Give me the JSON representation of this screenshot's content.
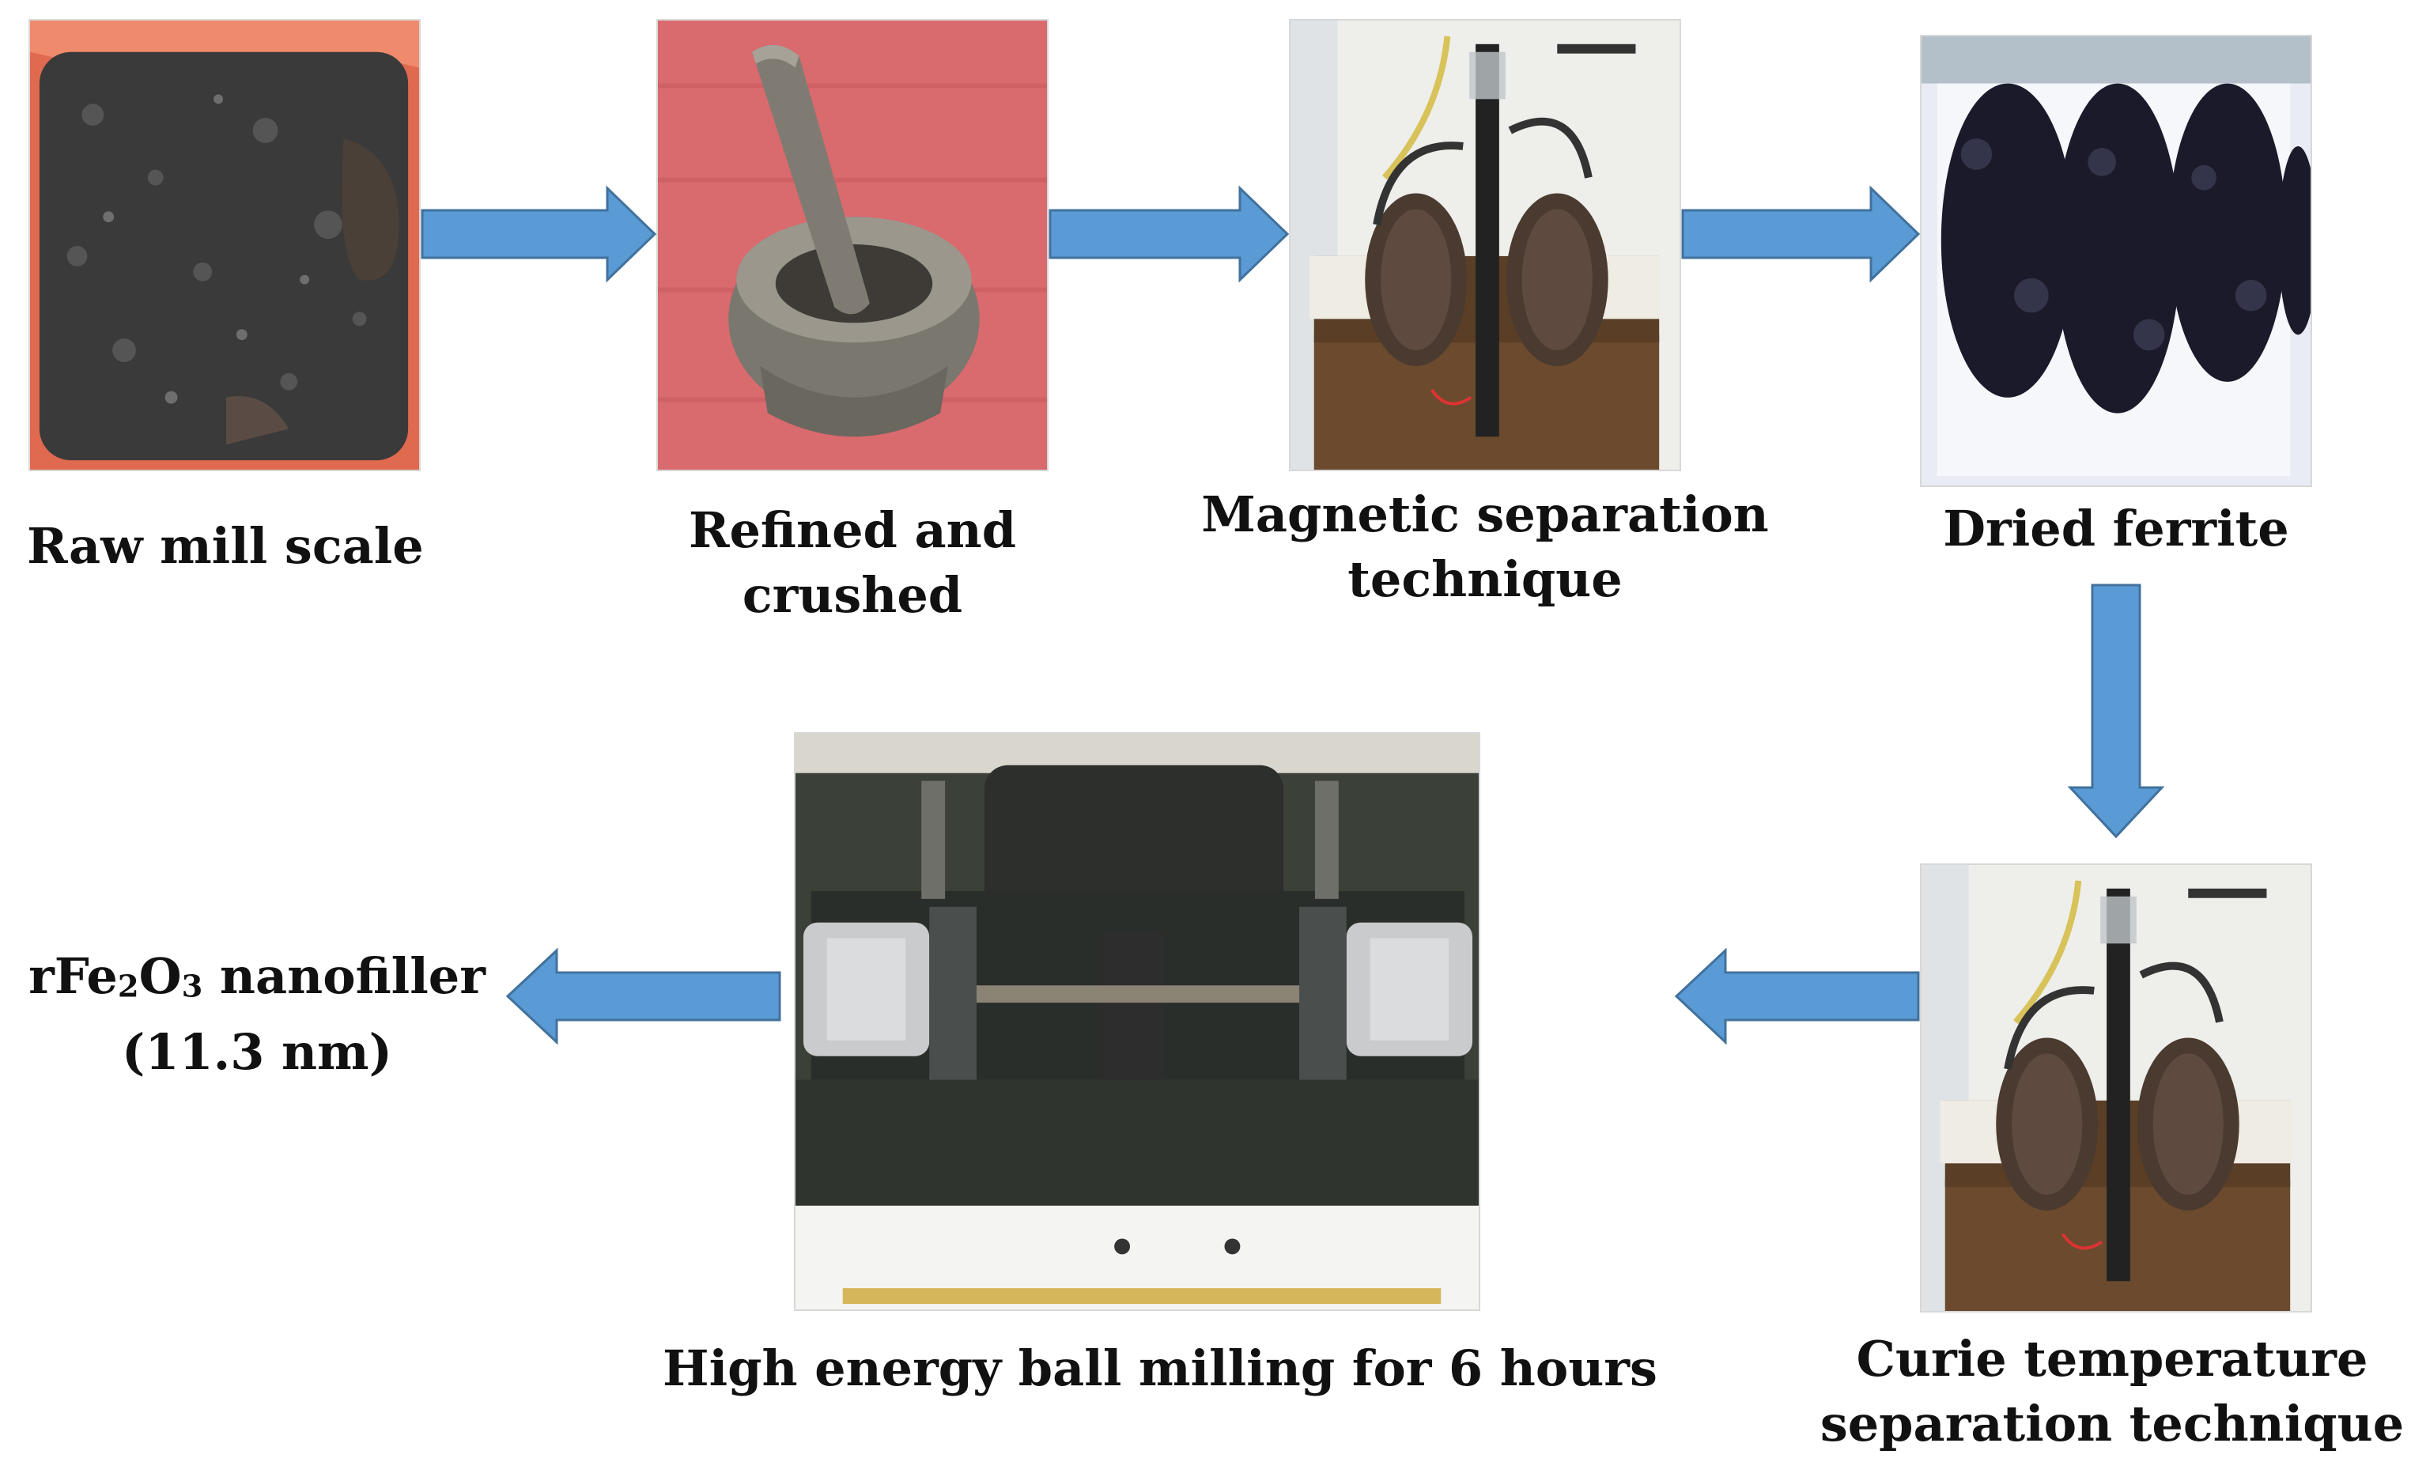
{
  "steps": [
    {
      "id": "raw-mill-scale",
      "caption": "Raw mill scale"
    },
    {
      "id": "refined-crushed",
      "caption_lines": [
        "Refined and",
        "crushed"
      ]
    },
    {
      "id": "magnetic-separation",
      "caption_lines": [
        "Magnetic separation",
        "technique"
      ]
    },
    {
      "id": "dried-ferrite",
      "caption": "Dried ferrite"
    },
    {
      "id": "curie-separation",
      "caption_lines": [
        "Curie temperature",
        "separation technique"
      ]
    },
    {
      "id": "ball-milling",
      "caption": "High energy ball milling for 6 hours"
    }
  ],
  "output": {
    "formula": {
      "p1": "rFe",
      "s1": "2",
      "p2": "O",
      "s2": "3",
      "suffix": " nanofiller"
    },
    "size": "(11.3 nm)"
  },
  "colors": {
    "arrow_fill": "#5b9bd5",
    "arrow_stroke": "#41719c",
    "caption_text": "#111111"
  }
}
